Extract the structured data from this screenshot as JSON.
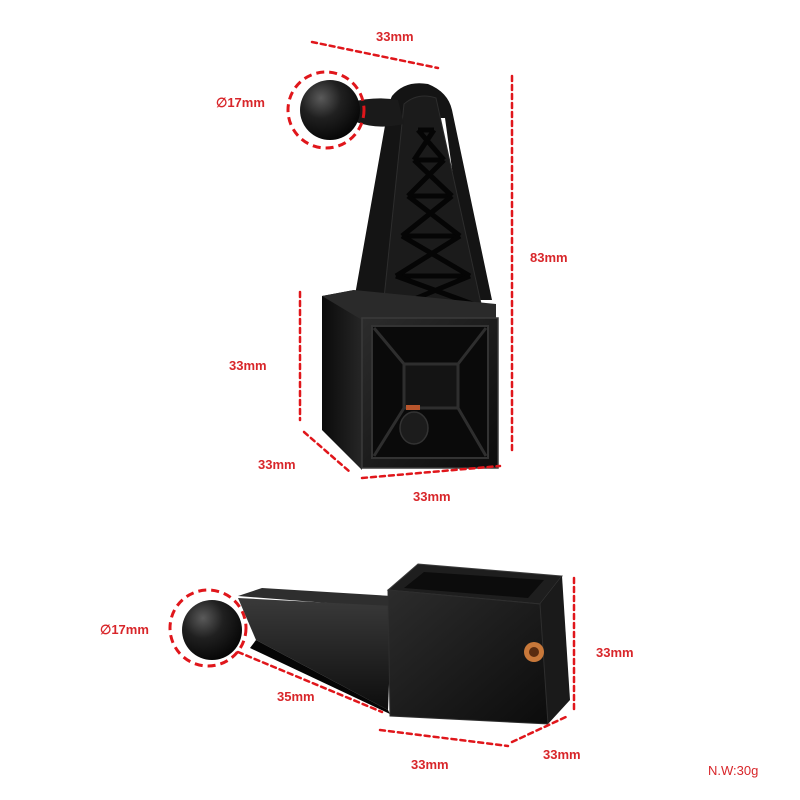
{
  "colors": {
    "dimension": "#e0161b",
    "label": "#d8262a",
    "body": "#161616",
    "edge": "#3a3a3a",
    "accent_insert": "#c8783a"
  },
  "top_view": {
    "ball_diameter": "∅17mm",
    "top_width": "33mm",
    "height": "83mm",
    "base_height": "33mm",
    "base_depth": "33mm",
    "base_width": "33mm"
  },
  "bottom_view": {
    "ball_diameter": "∅17mm",
    "arm_length": "35mm",
    "block_height": "33mm",
    "block_depth": "33mm",
    "block_width": "33mm"
  },
  "net_weight": "N.W:30g"
}
